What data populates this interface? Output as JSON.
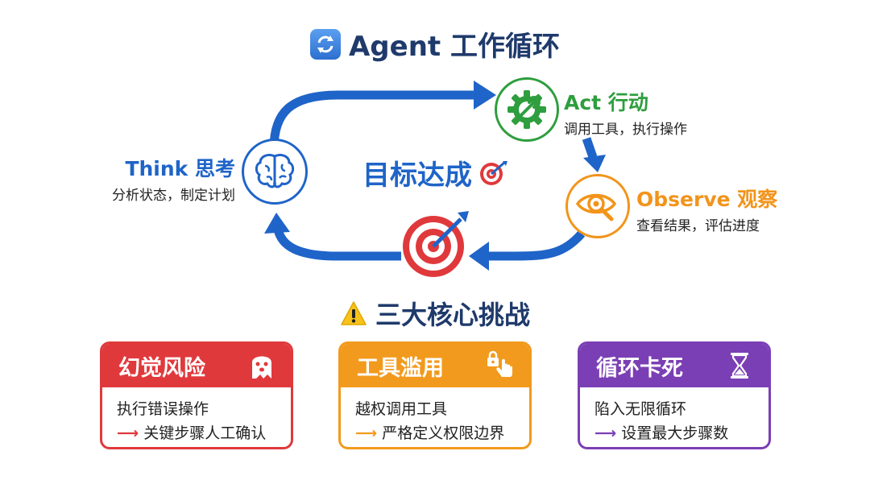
{
  "title": "Agent 工作循环",
  "cycle": {
    "think": {
      "label": "Think 思考",
      "desc": "分析状态，制定计划"
    },
    "act": {
      "label": "Act 行动",
      "desc": "调用工具，执行操作"
    },
    "observe": {
      "label": "Observe 观察",
      "desc": "查看结果，评估进度"
    },
    "goal": "目标达成"
  },
  "challenges": {
    "title": "三大核心挑战",
    "cards": [
      {
        "title": "幻觉风险",
        "problem": "执行错误操作",
        "solution": "关键步骤人工确认",
        "color": "#e0393c"
      },
      {
        "title": "工具滥用",
        "problem": "越权调用工具",
        "solution": "严格定义权限边界",
        "color": "#f29a1d"
      },
      {
        "title": "循环卡死",
        "problem": "陷入无限循环",
        "solution": "设置最大步骤数",
        "color": "#7b3fb5"
      }
    ]
  },
  "colors": {
    "think": "#1f64c8",
    "act": "#2e9e3e",
    "observe": "#f2941a",
    "arrow": "#1f64c8",
    "goal_target": "#e0393c"
  },
  "icons": [
    "cycle-icon",
    "brain-icon",
    "gear-wrench-icon",
    "eye-magnifier-icon",
    "target-icon",
    "warning-icon",
    "ghost-icon",
    "hand-lock-icon",
    "hourglass-icon"
  ]
}
